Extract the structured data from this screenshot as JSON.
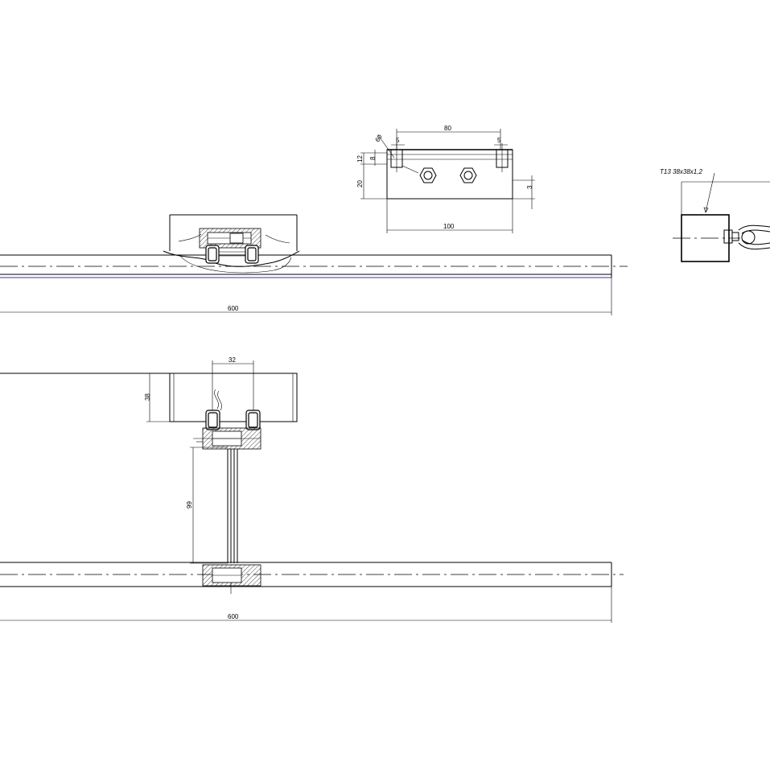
{
  "dimensions": {
    "top_length": "600",
    "bottom_length": "600",
    "bracket_spacing": "80",
    "bracket_width": "100",
    "bracket_hole_offset_left": "5",
    "bracket_hole_offset_right": "5",
    "bracket_angle": "60",
    "bracket_height_small": "8",
    "bracket_height_a": "12",
    "bracket_height_b": "20",
    "bracket_thickness": "3",
    "trolley_gap": "32",
    "trolley_height": "38",
    "hanger_length": "99"
  },
  "labels": {
    "profile_note": "T13 38x38x1,2"
  }
}
